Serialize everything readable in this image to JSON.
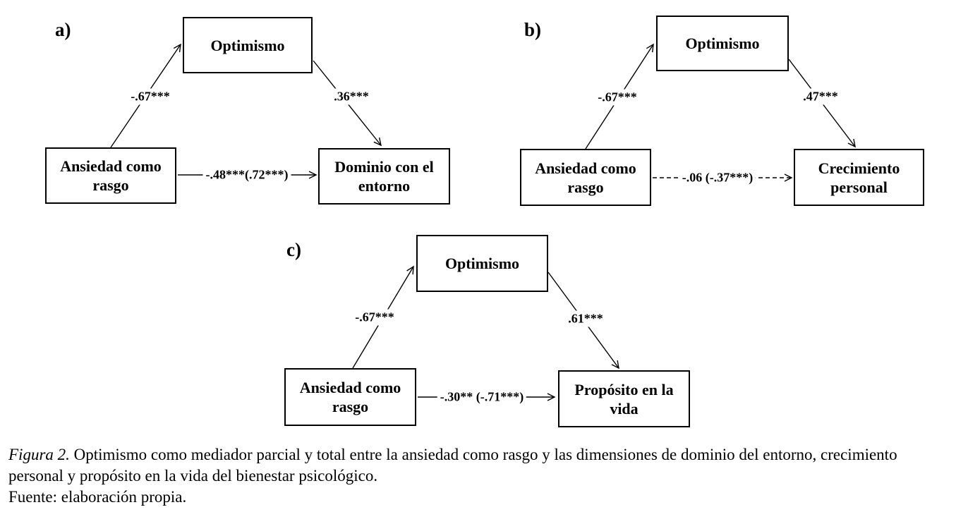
{
  "figure": {
    "panels": [
      {
        "tag": "a)",
        "mediator": "Optimismo",
        "predictor": "Ansiedad como rasgo",
        "outcome": "Dominio con el entorno",
        "path_predictor_to_mediator": "-.67***",
        "path_mediator_to_outcome": ".36***",
        "path_direct": "-.48***(.72***)",
        "direct_line_style": "solid"
      },
      {
        "tag": "b)",
        "mediator": "Optimismo",
        "predictor": "Ansiedad como rasgo",
        "outcome": "Crecimiento personal",
        "path_predictor_to_mediator": "-.67***",
        "path_mediator_to_outcome": ".47***",
        "path_direct": "-.06 (-.37***)",
        "direct_line_style": "dashed"
      },
      {
        "tag": "c)",
        "mediator": "Optimismo",
        "predictor": "Ansiedad como rasgo",
        "outcome": "Propósito en la vida",
        "path_predictor_to_mediator": "-.67***",
        "path_mediator_to_outcome": ".61***",
        "path_direct": "-.30** (-.71***)",
        "direct_line_style": "solid"
      }
    ],
    "caption": {
      "label": "Figura 2.",
      "text": "Optimismo como mediador parcial y total entre la ansiedad como rasgo y las dimensiones de dominio del entorno, crecimiento personal y propósito en la vida del bienestar psicológico.",
      "source": "Fuente: elaboración propia."
    },
    "colors": {
      "line": "#000000",
      "background": "#ffffff",
      "text": "#000000"
    }
  }
}
